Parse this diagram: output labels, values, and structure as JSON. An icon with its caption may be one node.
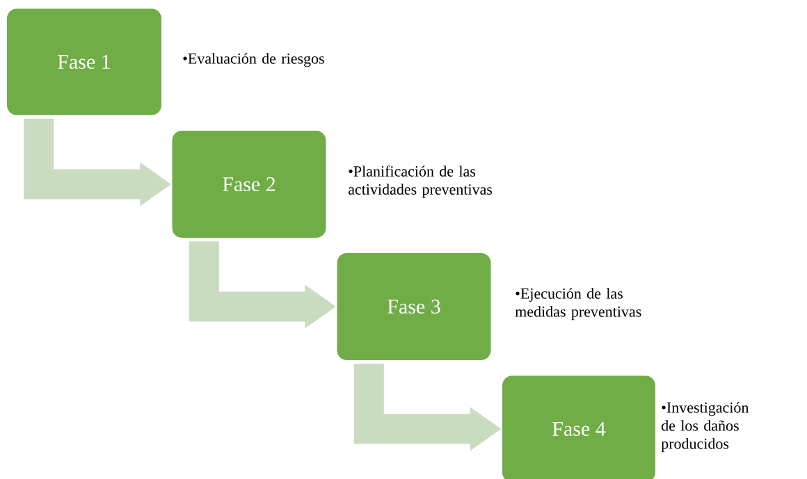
{
  "diagram": {
    "nodes": [
      {
        "text": [
          "Fase 1"
        ],
        "beside": [
          "•Evaluación de riesgos"
        ]
      },
      {
        "text": [
          "Fase 2"
        ],
        "beside": [
          "•Planificación de las actividades preventivas"
        ]
      },
      {
        "text": [
          "Fase 3"
        ],
        "beside": [
          "•Ejecución de las medidas preventivas"
        ]
      },
      {
        "text": [
          "Fase 4"
        ],
        "beside": [
          "•Investigación de los daños producidos"
        ]
      }
    ],
    "edges": [
      {
        "from": 0,
        "to": 1,
        "arrow": "to"
      },
      {
        "from": 1,
        "to": 2,
        "arrow": "to"
      },
      {
        "from": 2,
        "to": 3,
        "arrow": "to"
      }
    ]
  }
}
